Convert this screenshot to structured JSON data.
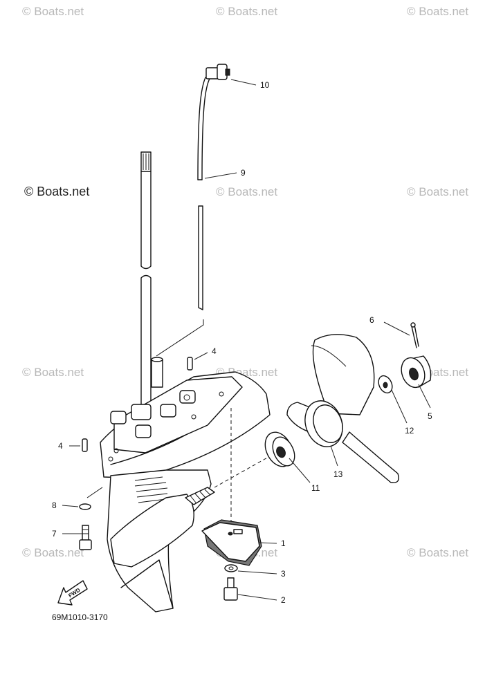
{
  "watermarks": {
    "light": "© Boats.net",
    "dark": "© Boats.net"
  },
  "callouts": [
    "1",
    "2",
    "3",
    "4",
    "4",
    "5",
    "6",
    "7",
    "8",
    "9",
    "10",
    "11",
    "12",
    "13"
  ],
  "drawing_code": "69M1010-3170",
  "fwd_label": "FWD",
  "colors": {
    "line": "#111111",
    "watermark": "#b8b8b8",
    "background": "#ffffff"
  }
}
